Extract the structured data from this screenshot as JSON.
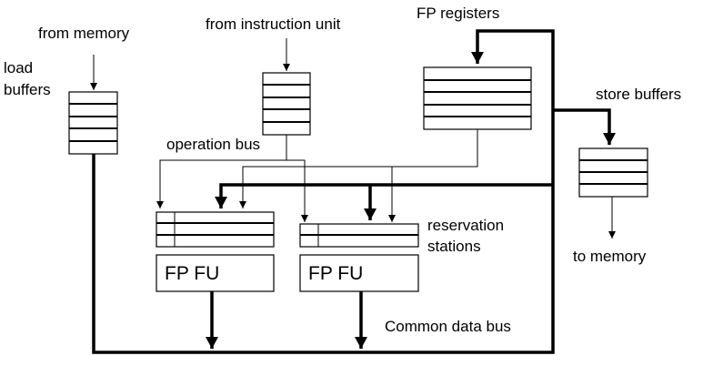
{
  "labels": {
    "from_memory": "from memory",
    "load": "load",
    "buffers": "buffers",
    "from_instruction_unit": "from instruction unit",
    "fp_registers": "FP registers",
    "store_buffers": "store buffers",
    "operation_bus": "operation bus",
    "reservation": "reservation",
    "stations": "stations",
    "to_memory": "to memory",
    "common_data_bus": "Common data bus",
    "fp_fu_1": "FP FU",
    "fp_fu_2": "FP FU"
  },
  "colors": {
    "stroke": "#000000",
    "background": "#ffffff"
  }
}
